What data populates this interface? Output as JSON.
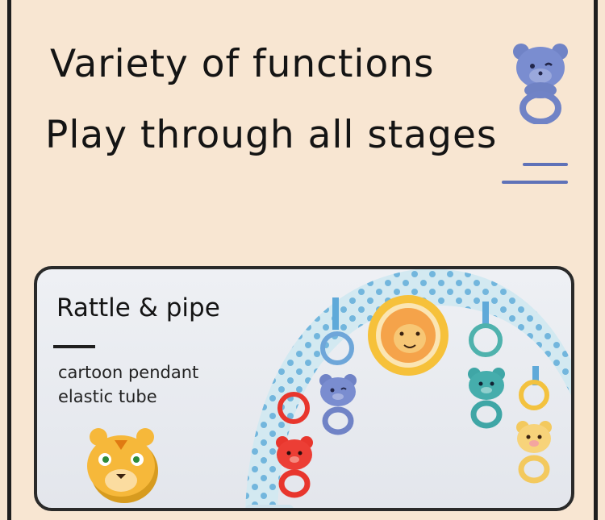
{
  "headline": {
    "line1": "Variety of functions",
    "line2": "Play through all stages"
  },
  "card": {
    "title": "Rattle & pipe",
    "features": [
      "cartoon pendant",
      "elastic tube"
    ]
  },
  "colors": {
    "background": "#f8e6d2",
    "accent": "#5f72b8",
    "arch": "#cfe6ef",
    "dots": "#6db3dc"
  },
  "icons": [
    "bear-rattle-icon",
    "tiger-rattle-icon",
    "lion-mirror-icon",
    "ring-icon"
  ]
}
